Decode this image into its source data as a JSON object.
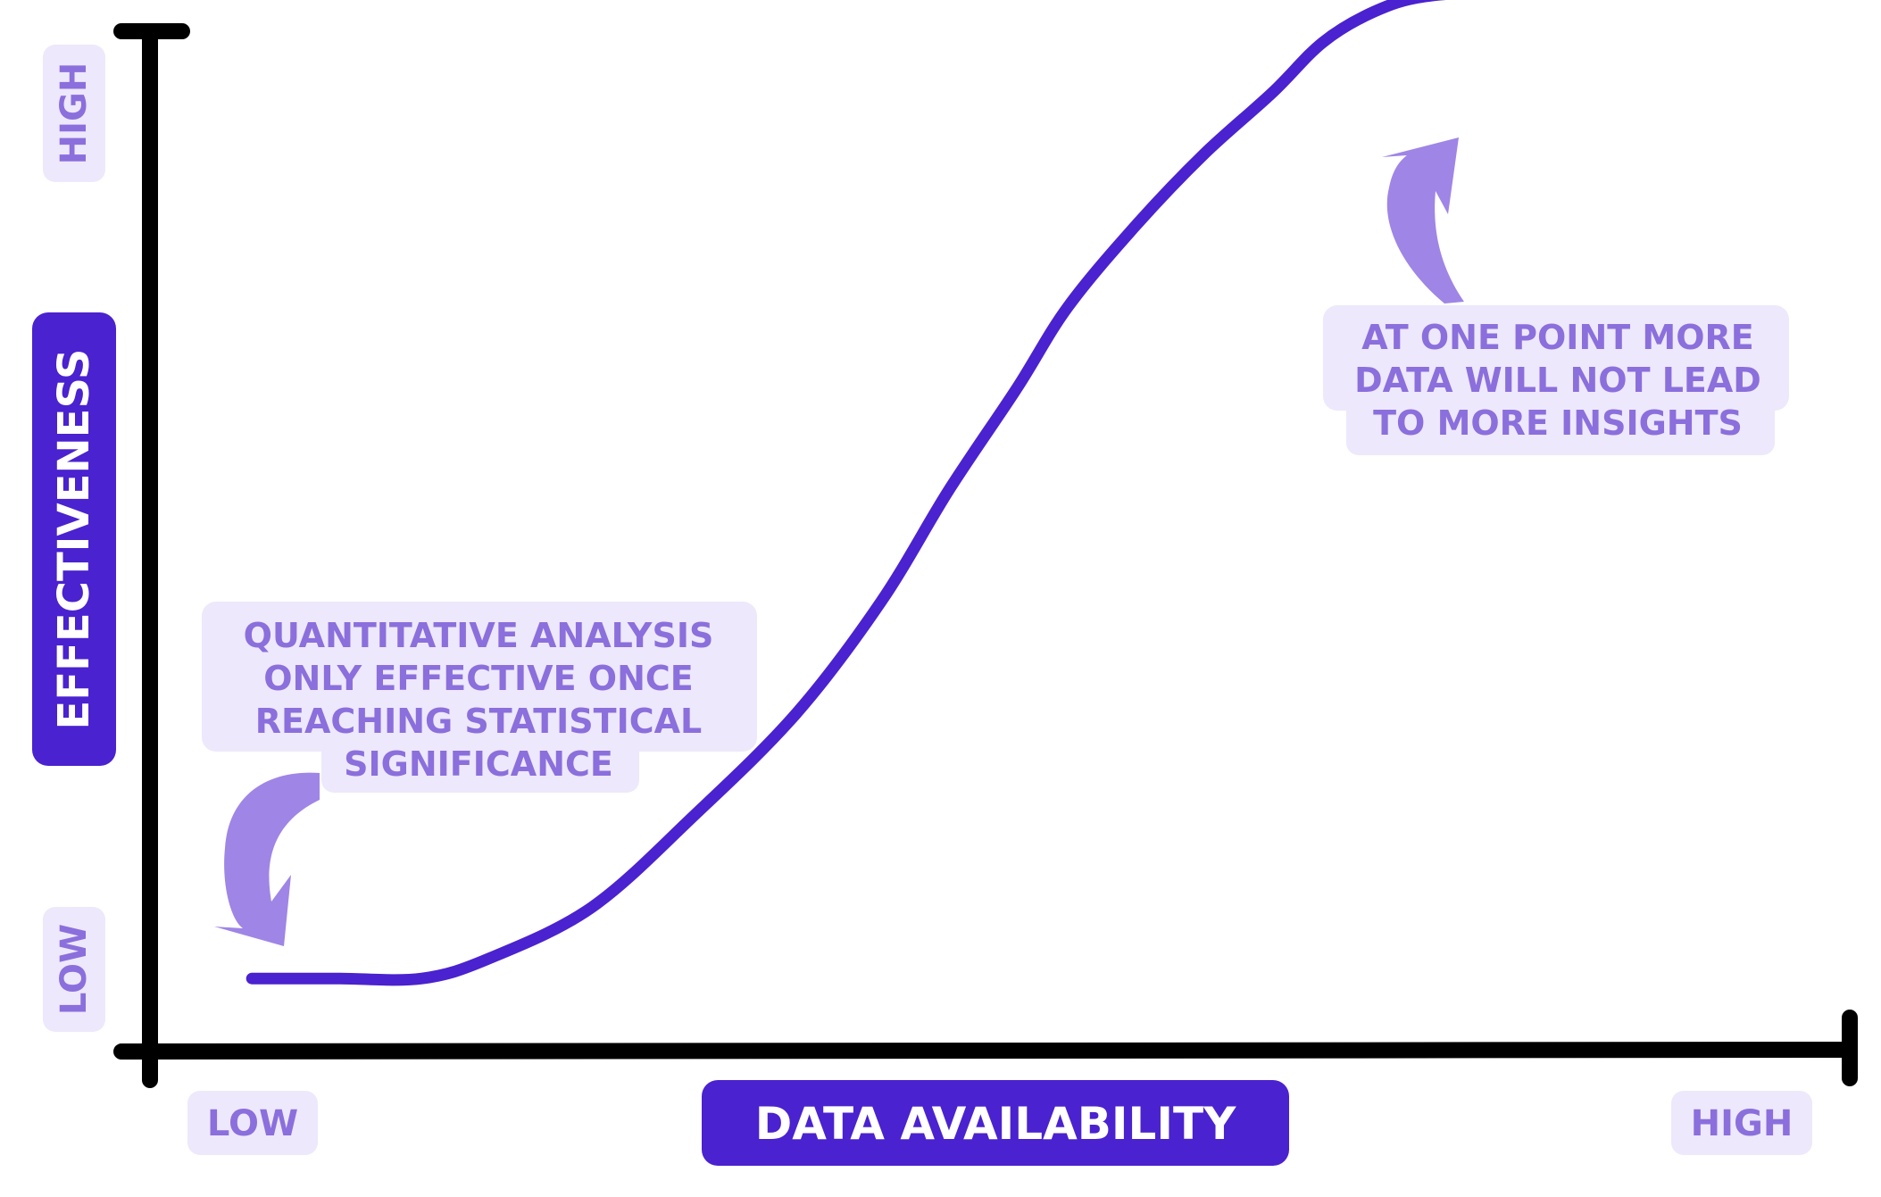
{
  "chart_data": {
    "type": "line",
    "title": "",
    "xlabel": "DATA AVAILABILITY",
    "ylabel": "EFFECTIVENESS",
    "x_ticks": {
      "low": "LOW",
      "high": "HIGH"
    },
    "y_ticks": {
      "low": "LOW",
      "high": "HIGH"
    },
    "xlim": [
      0,
      1
    ],
    "ylim": [
      0,
      1
    ],
    "grid": false,
    "series": [
      {
        "x": [
          0.06,
          0.11,
          0.16,
          0.2,
          0.26,
          0.32,
          0.38,
          0.43,
          0.47,
          0.51,
          0.54,
          0.58,
          0.62,
          0.66,
          0.69,
          0.72,
          0.75,
          0.8,
          0.86,
          0.93,
          1.0
        ],
        "y": [
          0.07,
          0.07,
          0.07,
          0.09,
          0.14,
          0.23,
          0.33,
          0.44,
          0.55,
          0.65,
          0.73,
          0.81,
          0.88,
          0.94,
          0.99,
          1.02,
          1.035,
          1.04,
          1.04,
          1.04,
          1.04
        ]
      }
    ],
    "annotations": [
      {
        "lines": [
          "QUANTITATIVE ANALYSIS",
          "ONLY EFFECTIVE ONCE",
          "REACHING STATISTICAL",
          "SIGNIFICANCE"
        ]
      },
      {
        "lines": [
          "AT ONE POINT MORE",
          "DATA WILL NOT LEAD",
          "TO MORE INSIGHTS"
        ]
      }
    ],
    "colors": {
      "line": "#4a22cf",
      "axis": "#000000",
      "label_bg": "#4a22cf",
      "label_text": "#ffffff",
      "tick_bg": "#ede8fb",
      "tick_text": "#8b6fdc",
      "annotation_bg": "#ede8fb",
      "annotation_text": "#8b6fdc",
      "arrow": "#9f85e6"
    }
  }
}
